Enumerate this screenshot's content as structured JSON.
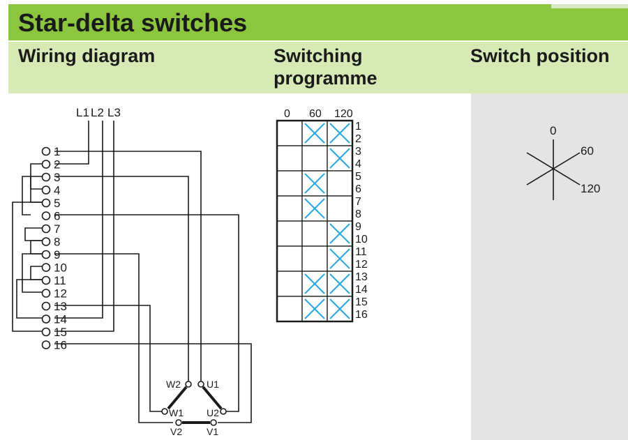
{
  "title": "Star-delta switches",
  "headers": {
    "wiring": "Wiring diagram",
    "switching": "Switching programme",
    "position": "Switch position"
  },
  "wiring": {
    "lines": [
      "L1",
      "L2",
      "L3"
    ],
    "terminals": [
      "1",
      "2",
      "3",
      "4",
      "5",
      "6",
      "7",
      "8",
      "9",
      "10",
      "11",
      "12",
      "13",
      "14",
      "15",
      "16"
    ],
    "motor_terminals": [
      "W2",
      "U1",
      "W1",
      "U2",
      "V2",
      "V1"
    ]
  },
  "programme": {
    "positions": [
      "0",
      "60",
      "120"
    ],
    "row_pairs": [
      "1 2",
      "3 4",
      "5 6",
      "7 8",
      "9 10",
      "11 12",
      "13 14",
      "15 16"
    ],
    "contacts_closed": [
      [
        false,
        true,
        true
      ],
      [
        false,
        false,
        true
      ],
      [
        false,
        true,
        false
      ],
      [
        false,
        true,
        false
      ],
      [
        false,
        false,
        true
      ],
      [
        false,
        false,
        true
      ],
      [
        false,
        true,
        true
      ],
      [
        false,
        true,
        true
      ]
    ],
    "contact_color": "#29a8e0"
  },
  "switch_position": {
    "labels": [
      "0",
      "60",
      "120"
    ]
  }
}
